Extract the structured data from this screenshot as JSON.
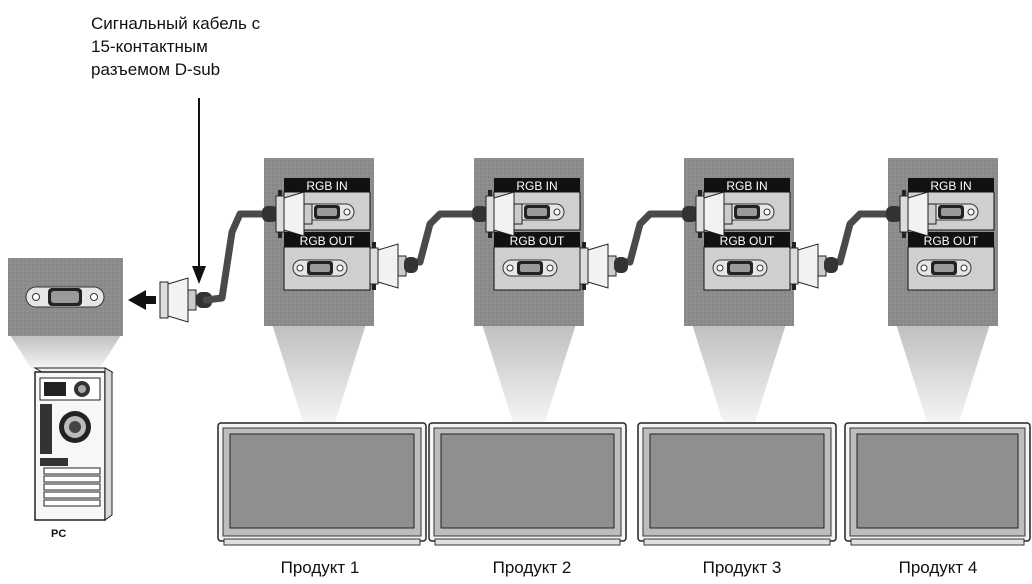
{
  "caption": {
    "lines": [
      "Сигнальный кабель с",
      "15-контактным",
      "разъемом D-sub"
    ]
  },
  "pc": {
    "label": "PC"
  },
  "ports": {
    "in_label": "RGB IN",
    "out_label": "RGB OUT"
  },
  "products": [
    {
      "label": "Продукт 1"
    },
    {
      "label": "Продукт 2"
    },
    {
      "label": "Продукт 3"
    },
    {
      "label": "Продукт 4"
    }
  ],
  "colors": {
    "panel": "#8a8a8a",
    "panel_dark": "#5c5c5c",
    "port_bg": "#111111",
    "cable": "#4a4a4a",
    "light_cone": "#dcdcdc",
    "monitor_bezel": "#bdbdbd",
    "monitor_screen": "#8f8f8f"
  }
}
